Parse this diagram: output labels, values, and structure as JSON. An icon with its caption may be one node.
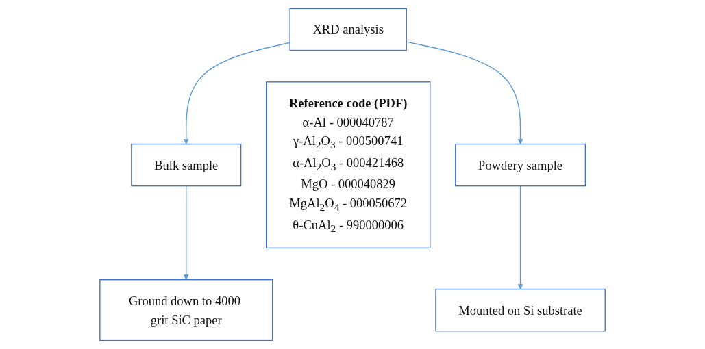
{
  "diagram": {
    "nodes": [
      {
        "text": [
          "XRD analysis"
        ]
      },
      {
        "text": [
          "Bulk sample"
        ]
      },
      {
        "text": [
          "Reference code (PDF)",
          "α-Al - 000040787",
          "γ-Al$_{2}$O$_{3}$ - 000500741",
          "α-Al$_{2}$O$_{3}$ - 000421468",
          "MgO - 000040829",
          "MgAl$_{2}$O$_{4}$ - 000050672",
          "θ-CuAl$_{2}$ - 990000006"
        ]
      },
      {
        "text": [
          "Powdery sample"
        ]
      },
      {
        "text": [
          "Ground down to 4000 grit SiC paper"
        ]
      },
      {
        "text": [
          "Mounted on Si substrate"
        ]
      }
    ],
    "edges": [
      {
        "from": 0,
        "to": 1,
        "arrow": "to"
      },
      {
        "from": 0,
        "to": 3,
        "arrow": "to"
      },
      {
        "from": 1,
        "to": 4,
        "arrow": "to"
      },
      {
        "from": 3,
        "to": 5,
        "arrow": "to"
      }
    ]
  }
}
